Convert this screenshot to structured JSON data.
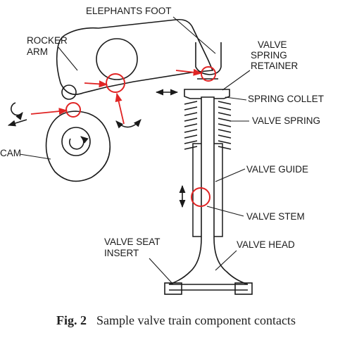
{
  "labels": {
    "elephants_foot": "ELEPHANTS FOOT",
    "rocker_arm_1": "ROCKER",
    "rocker_arm_2": "ARM",
    "valve_spring_retainer_1": "VALVE",
    "valve_spring_retainer_2": "SPRING",
    "valve_spring_retainer_3": "RETAINER",
    "spring_collet": "SPRING COLLET",
    "valve_spring": "VALVE SPRING",
    "cam": "CAM",
    "valve_guide": "VALVE GUIDE",
    "valve_stem": "VALVE STEM",
    "valve_seat_insert_1": "VALVE SEAT",
    "valve_seat_insert_2": "INSERT",
    "valve_head": "VALVE HEAD"
  },
  "caption": {
    "figure": "Fig. 2",
    "text": "Sample valve train component contacts"
  },
  "colors": {
    "line": "#1a1a1a",
    "highlight": "#e02424",
    "background": "#ffffff"
  }
}
